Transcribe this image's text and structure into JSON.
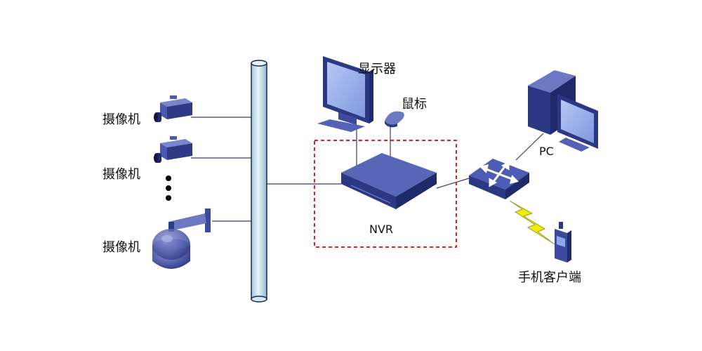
{
  "labels": {
    "camera_1": "摄像机",
    "camera_2": "摄像机",
    "camera_3": "摄像机",
    "monitor": "显示器",
    "mouse": "鼠标",
    "nvr": "NVR",
    "pc": "PC",
    "mobile_client": "手机客户端"
  },
  "colors": {
    "device_blue": "#3b4a9c",
    "device_dark": "#1f2a6a",
    "screen_blue": "#8fa8e8",
    "bus_fill": "#cfe3f0",
    "highlight_border": "#e02020",
    "lightning": "#f2ea00"
  },
  "icons": {
    "camera": "box-camera-icon",
    "dome_camera": "dome-camera-icon",
    "monitor": "monitor-icon",
    "mouse": "mouse-icon",
    "nvr": "nvr-recorder-icon",
    "switch": "network-switch-icon",
    "pc": "desktop-pc-icon",
    "phone": "mobile-phone-icon",
    "wireless": "lightning-bolt-icon"
  }
}
